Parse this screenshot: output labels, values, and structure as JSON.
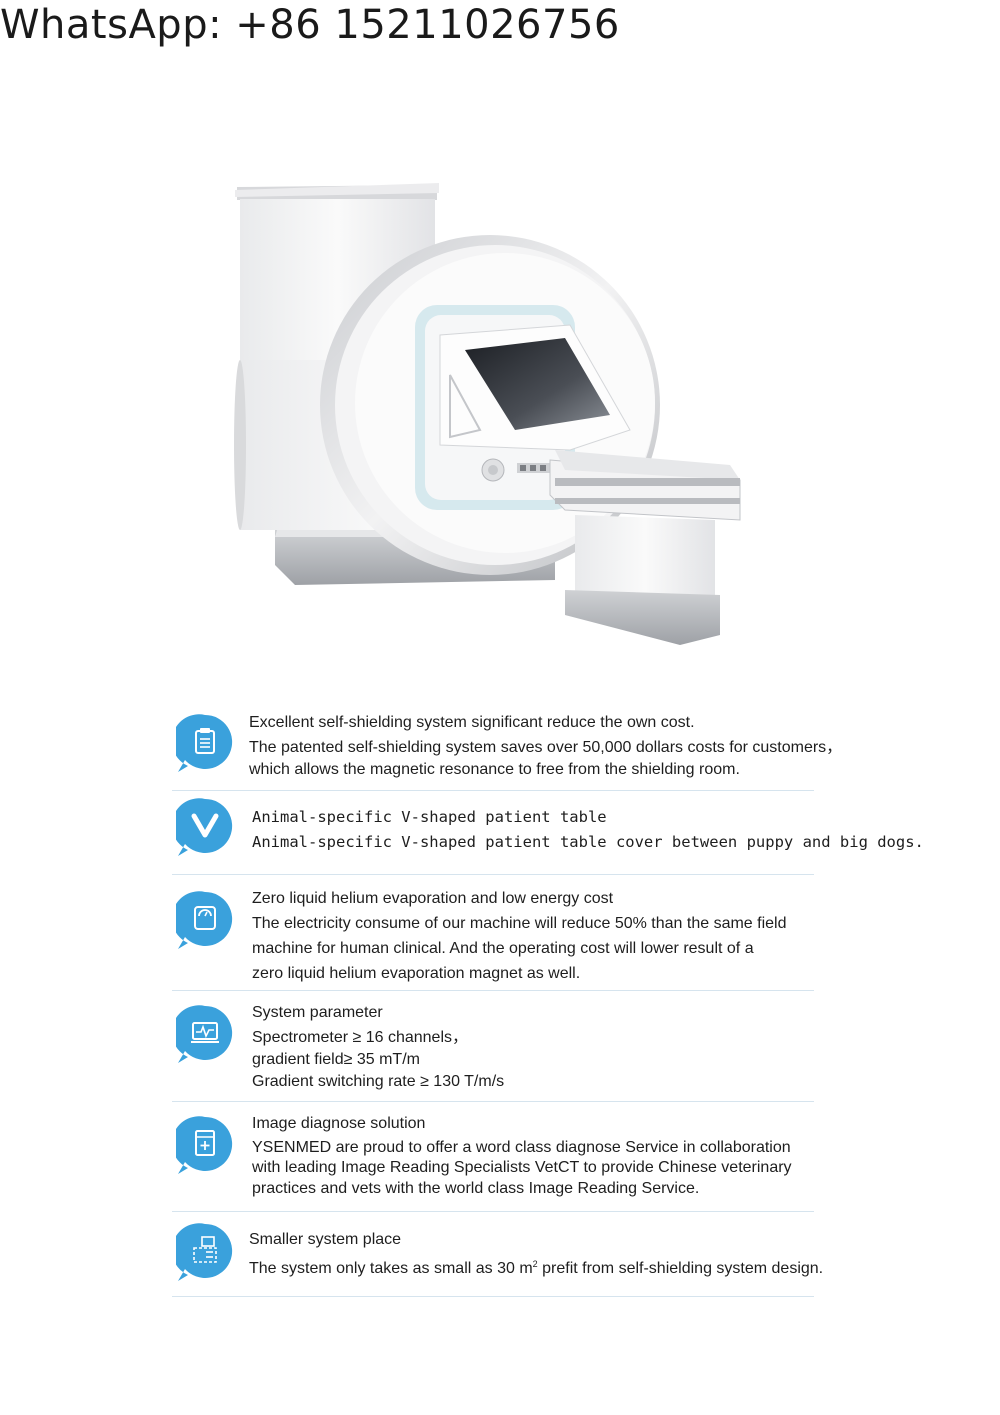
{
  "header": {
    "whatsapp": "WhatsApp: +86 15211026756"
  },
  "colors": {
    "accent": "#3aa1dc",
    "divider": "#d6e4ee"
  },
  "features": [
    {
      "icon": "clipboard-icon",
      "title": "Excellent self-shielding system significant reduce the own cost.",
      "lines": [
        "The patented self-shielding system saves over 50,000 dollars costs for customers，",
        "which allows the magnetic resonance to free from the shielding room."
      ]
    },
    {
      "icon": "v-shape-icon",
      "title": "Animal-specific V-shaped patient table",
      "lines": [
        "Animal-specific V-shaped patient table cover between puppy and big dogs."
      ]
    },
    {
      "icon": "energy-meter-icon",
      "title": "Zero liquid helium evaporation and low energy cost",
      "lines": [
        "The electricity consume of our machine will reduce 50% than the same field",
        "machine for human clinical. And the operating cost will lower result of a",
        "zero liquid helium evaporation magnet as well."
      ]
    },
    {
      "icon": "monitor-pulse-icon",
      "title": "System parameter",
      "lines": [
        "Spectrometer ≥ 16 channels，",
        "gradient field≥ 35 mT/m",
        "Gradient switching rate ≥ 130 T/m/s"
      ]
    },
    {
      "icon": "medical-file-icon",
      "title": "Image diagnose solution",
      "lines": [
        "YSENMED are proud to offer a word class diagnose Service in collaboration",
        "with leading Image Reading Specialists VetCT to provide Chinese veterinary",
        "practices and vets with the world class Image Reading Service."
      ]
    },
    {
      "icon": "floor-plan-icon",
      "title": "Smaller system place",
      "line_before": "The system only takes as small as 30 m",
      "superscript": "2",
      "line_after": " prefit from self-shielding system design."
    }
  ]
}
